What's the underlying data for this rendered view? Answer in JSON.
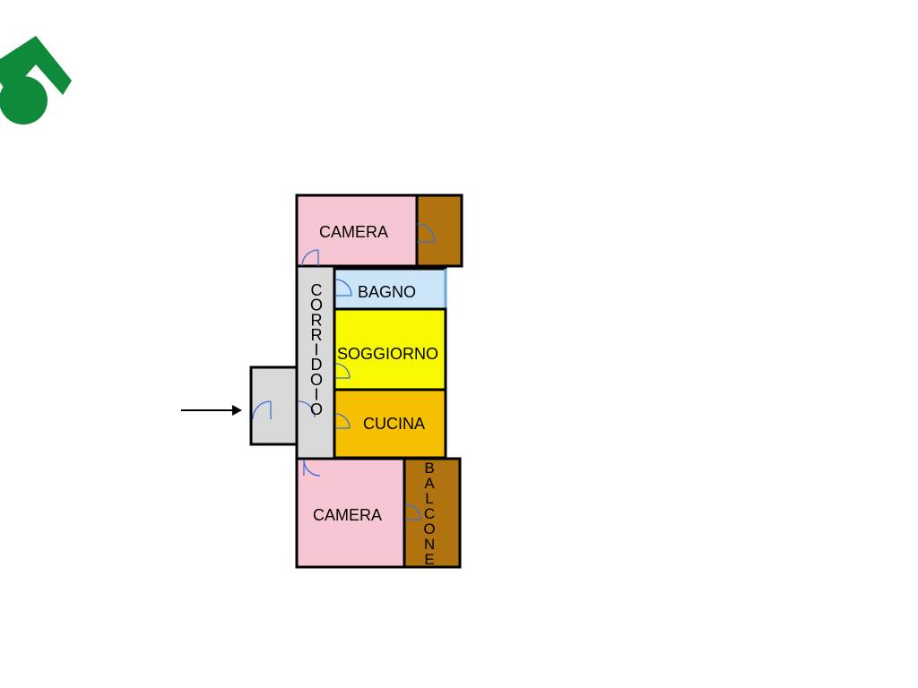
{
  "logo": {
    "name": "agency-logo"
  },
  "plan": {
    "camera_top": "CAMERA",
    "bagno": "BAGNO",
    "soggiorno": "SOGGIORNO",
    "cucina": "CUCINA",
    "camera_bottom": "CAMERA",
    "corridoio": [
      "C",
      "O",
      "R",
      "R",
      "I",
      "D",
      "O",
      "I",
      "O"
    ],
    "balcone": [
      "B",
      "A",
      "L",
      "C",
      "O",
      "N",
      "E"
    ],
    "entrance_icon": "arrow-right-icon"
  },
  "colors": {
    "camera": "#f7c6d3",
    "balcony": "#b0730f",
    "bagno": "#cce4f7",
    "soggiorno": "#f8f800",
    "cucina": "#f5c000",
    "corridor": "#d9d9d9",
    "logo": "#0e8a3a"
  }
}
